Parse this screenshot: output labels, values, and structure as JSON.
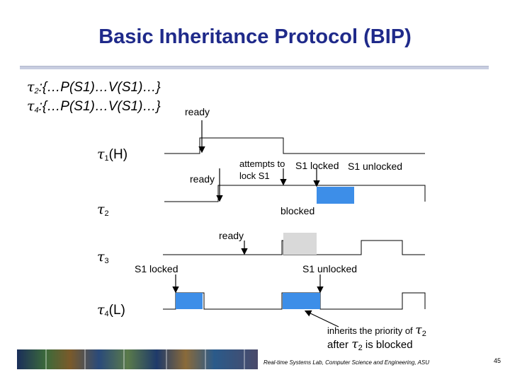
{
  "title": "Basic Inheritance Protocol (BIP)",
  "tasks": {
    "line1": {
      "tau": "τ",
      "sub": "2",
      "text": ":{…P(S1)…V(S1)…}"
    },
    "line2": {
      "tau": "τ",
      "sub": "4",
      "text": ":{…P(S1)…V(S1)…}"
    }
  },
  "rows": {
    "t1": {
      "tau": "τ",
      "sub": "1",
      "suffix": "(H)"
    },
    "t2": {
      "tau": "τ",
      "sub": "2",
      "suffix": ""
    },
    "t3": {
      "tau": "τ",
      "sub": "3",
      "suffix": ""
    },
    "t4": {
      "tau": "τ",
      "sub": "4",
      "suffix": "(L)"
    }
  },
  "annotations": {
    "ready_t1": "ready",
    "ready_t2": "ready",
    "attempts_1": "attempts to",
    "attempts_2": "lock S1",
    "s1_locked_t1": "S1 locked",
    "s1_unlocked_t1": "S1 unlocked",
    "blocked": "blocked",
    "ready_t3": "ready",
    "s1_locked_t3": "S1 locked",
    "s1_unlocked_t3": "S1 unlocked",
    "inherit_1": "inherits the priority of",
    "inherit_tau": "τ",
    "inherit_sub": "2",
    "inherit_2a": "after",
    "inherit_2tau": "τ",
    "inherit_2sub": "2",
    "inherit_2b": "is blocked"
  },
  "footer": "Real-time Systems Lab, Computer Science and Engineering, ASU",
  "page_number": "45",
  "colors": {
    "title": "#1f2a8a",
    "critical": "#3d8ee8",
    "interrupted": "#d9d9d9",
    "line": "#000000"
  }
}
